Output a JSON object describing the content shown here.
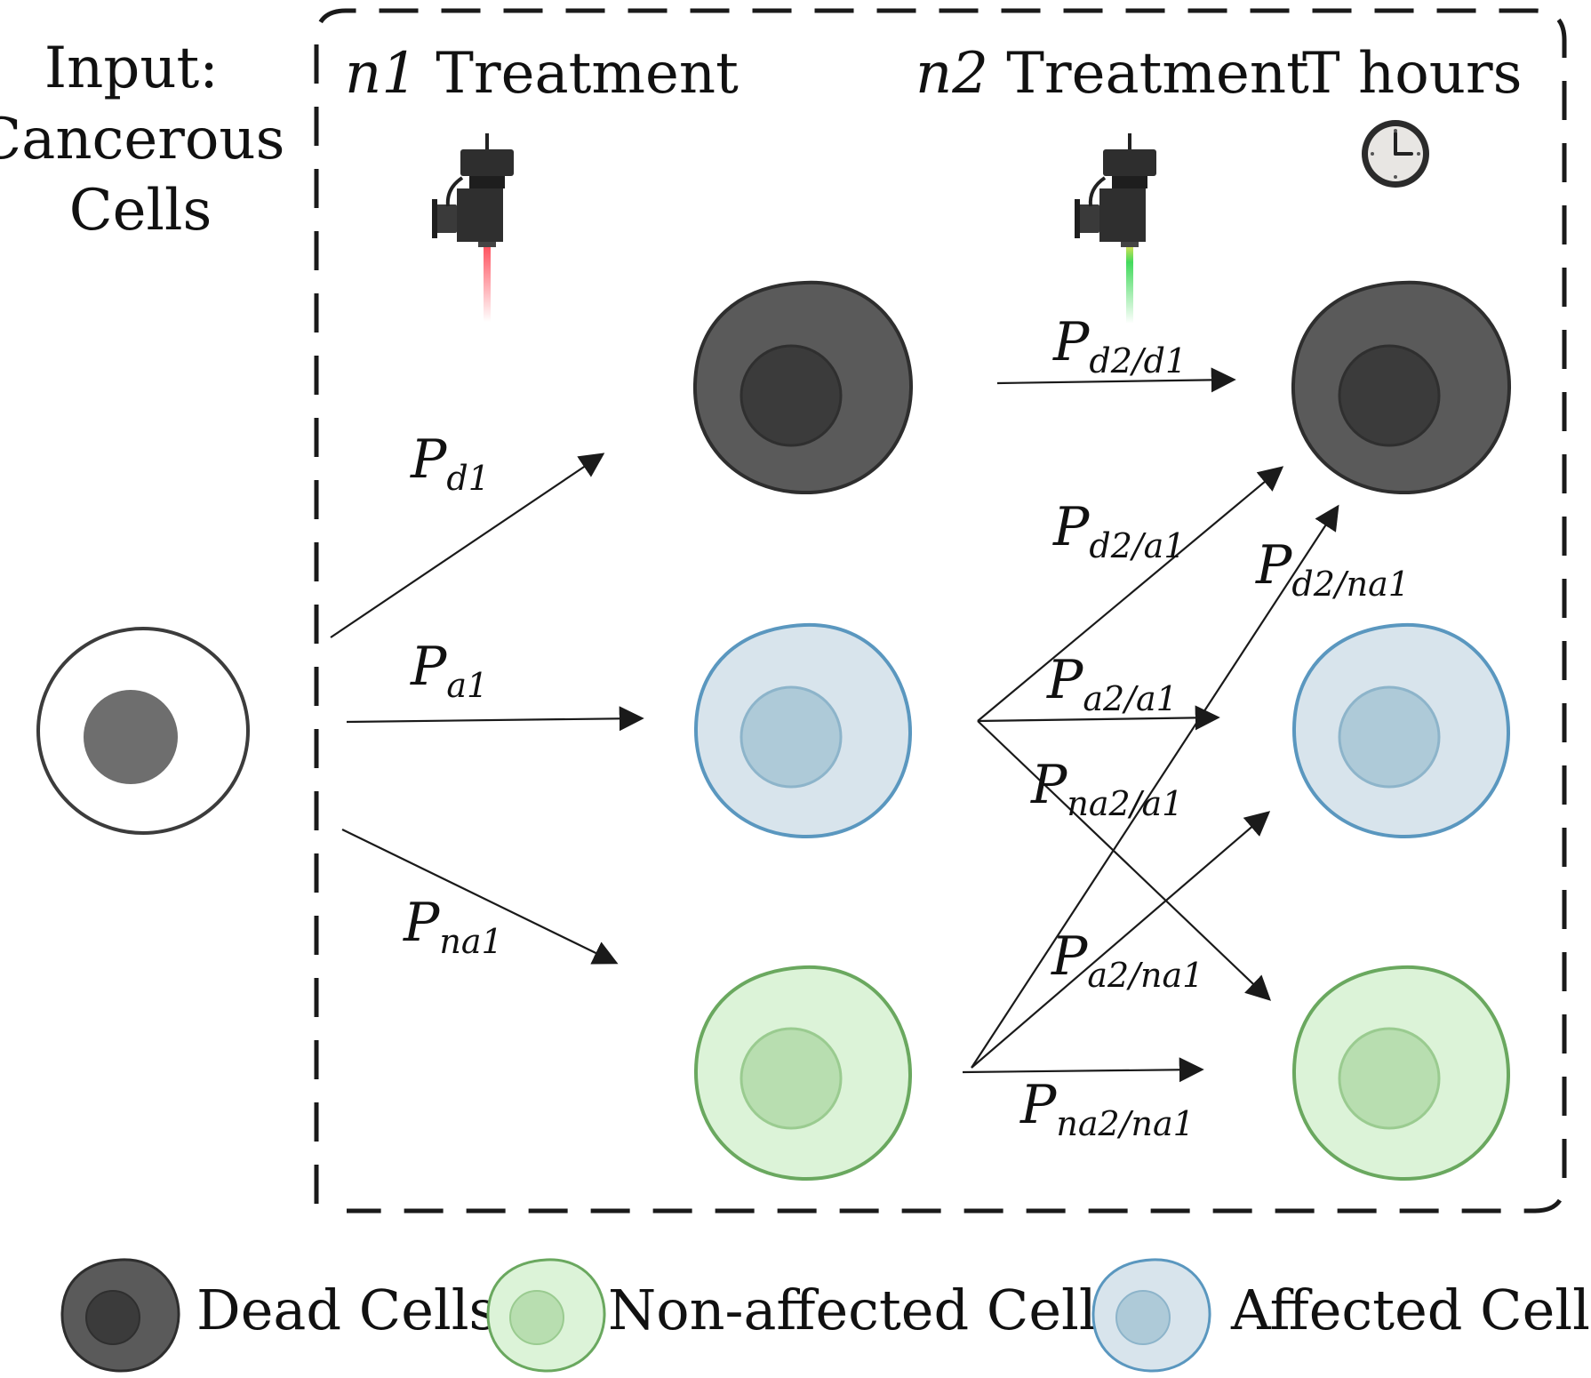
{
  "input_label": [
    "Input:",
    "Cancerous",
    "Cells"
  ],
  "stages": {
    "n1": {
      "var": "n1",
      "label": "Treatment"
    },
    "n2": {
      "var": "n2",
      "label": "Treatment"
    },
    "time": {
      "label": "T hours"
    }
  },
  "icons": {
    "laser_n1": "laser-emitter-icon",
    "laser_n2": "laser-emitter-icon",
    "clock": "clock-icon"
  },
  "colors": {
    "dead_body": "#5a5a5a",
    "dead_nucleus": "#3b3b3b",
    "affected_body": "#d8e4ec",
    "affected_stroke": "#5a97bf",
    "affected_nucleus": "#aecad8",
    "nonaffected_body": "#dcf3d8",
    "nonaffected_stroke": "#6aa85f",
    "nonaffected_nucleus": "#b8deb0",
    "input_nucleus": "#6e6e6e",
    "laser_n1_beam": "#ff2a3a",
    "laser_n2_beam": "#2ed64a"
  },
  "probabilities": {
    "pd1": {
      "base": "P",
      "sub": "d1"
    },
    "pa1": {
      "base": "P",
      "sub": "a1"
    },
    "pna1": {
      "base": "P",
      "sub": "na1"
    },
    "pd2_d1": {
      "base": "P",
      "sub": "d2/d1"
    },
    "pd2_a1": {
      "base": "P",
      "sub": "d2/a1"
    },
    "pd2_na1": {
      "base": "P",
      "sub": "d2/na1"
    },
    "pa2_a1": {
      "base": "P",
      "sub": "a2/a1"
    },
    "pna2_a1": {
      "base": "P",
      "sub": "na2/a1"
    },
    "pa2_na1": {
      "base": "P",
      "sub": "a2/na1"
    },
    "pna2_na1": {
      "base": "P",
      "sub": "na2/na1"
    }
  },
  "legend": {
    "dead": "Dead Cells",
    "nonaffected": "Non-affected Cells",
    "affected": "Affected Cells"
  }
}
